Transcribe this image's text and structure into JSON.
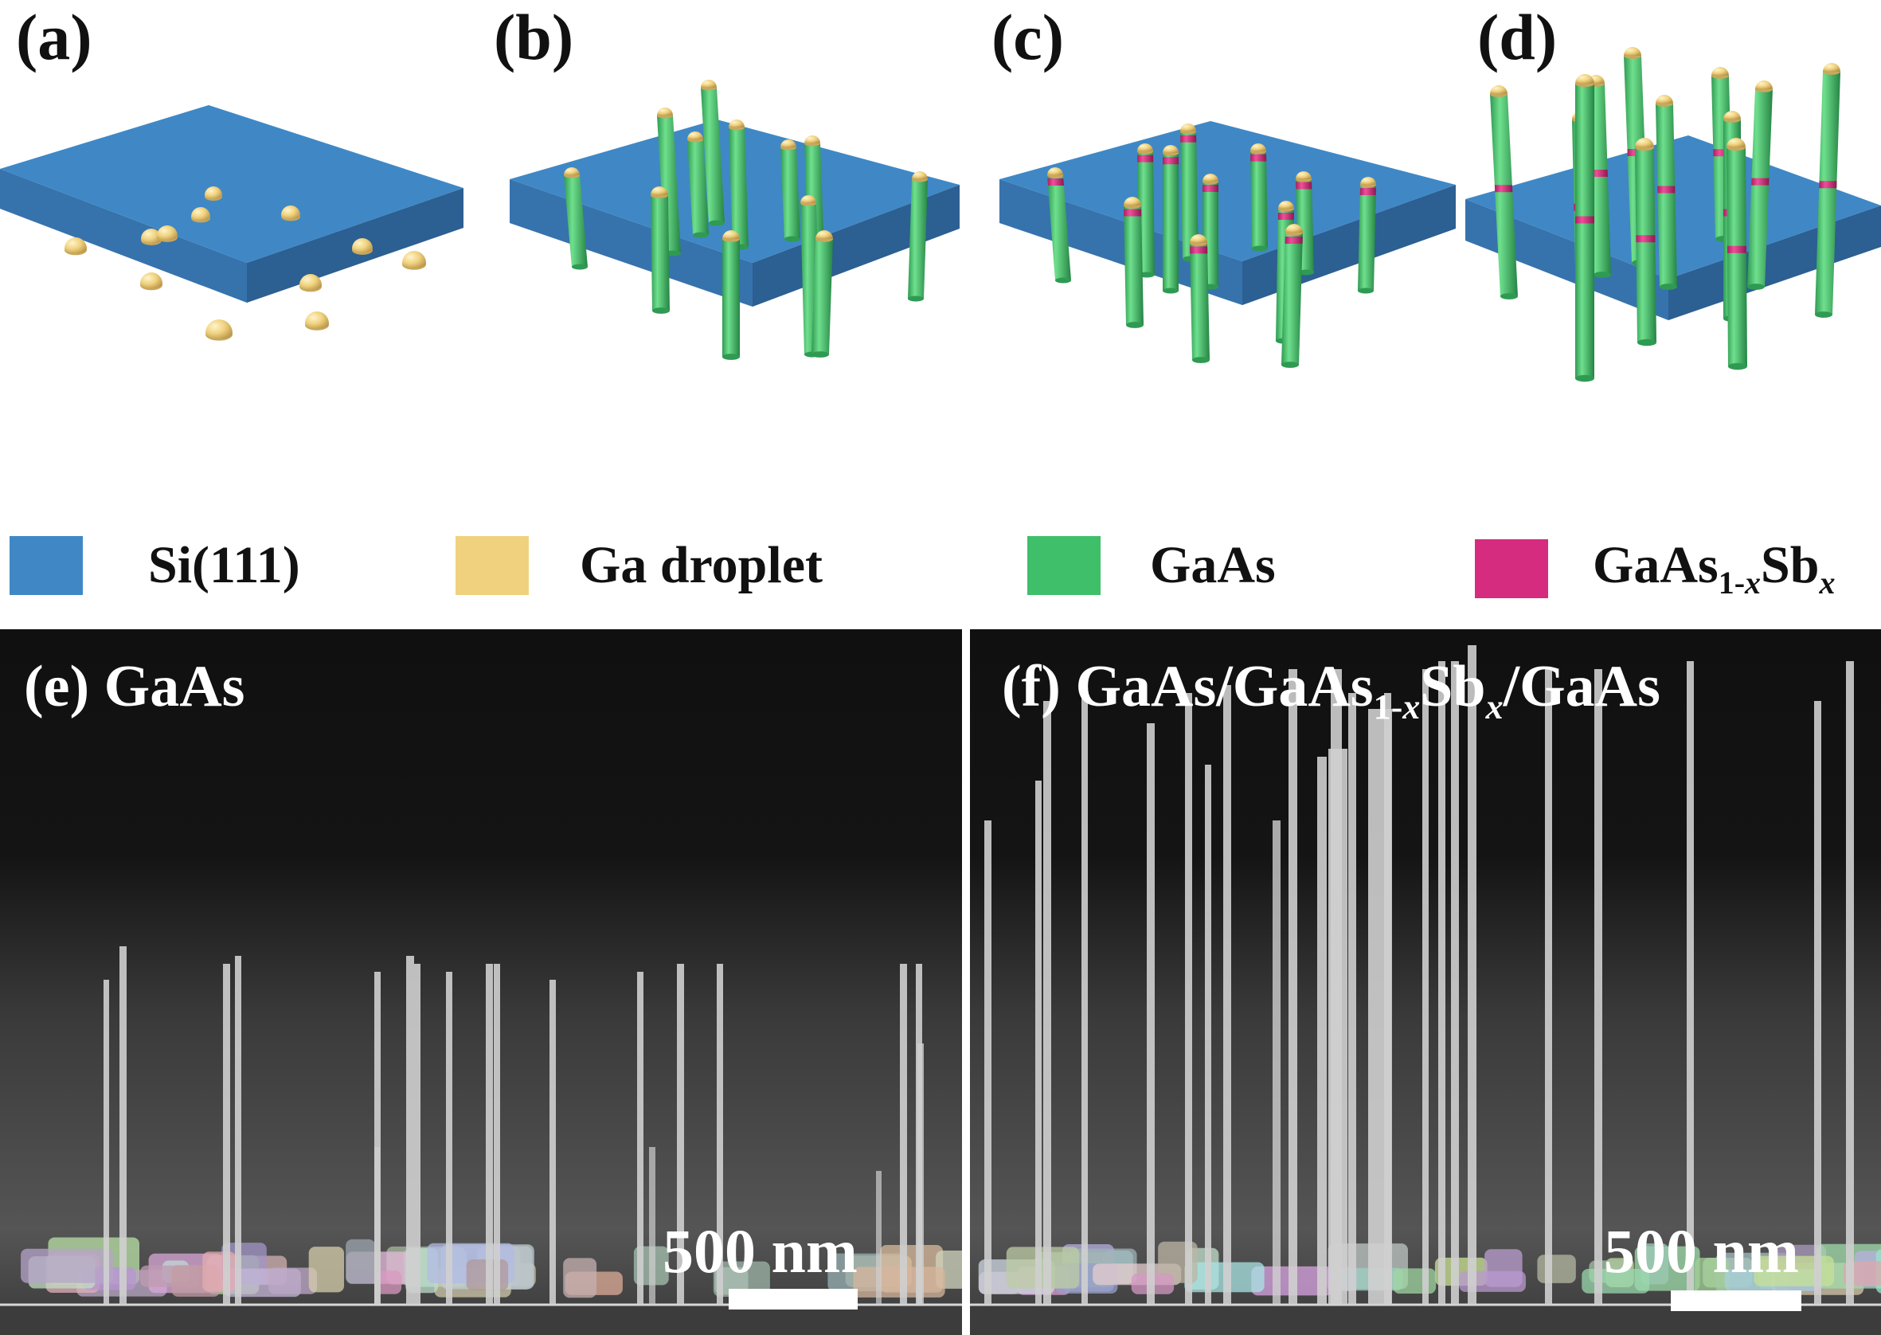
{
  "panels": {
    "a": "(a)",
    "b": "(b)",
    "c": "(c)",
    "d": "(d)"
  },
  "legend": [
    {
      "label": "Si(111)",
      "color": "#3f88c5"
    },
    {
      "label": "Ga droplet",
      "color": "#f0d27e"
    },
    {
      "label": "GaAs",
      "color": "#3fbf6a"
    },
    {
      "label_main": "GaAs",
      "label_sub1": "1-",
      "label_sub1_italic": "x",
      "label_mid": "Sb",
      "label_sub2": "x",
      "color": "#d62c7f"
    }
  ],
  "sem_e": {
    "label": "(e)",
    "title": "GaAs",
    "scale": "500 nm"
  },
  "sem_f": {
    "label": "(f)",
    "title_a": "GaAs/GaAs",
    "title_sub1": "1-",
    "title_sub1_italic": "x",
    "title_b": "Sb",
    "title_sub2": "x",
    "title_c": "/GaAs",
    "scale": "500 nm"
  },
  "colors": {
    "substrate_top": "#3f88c5",
    "substrate_side_left": "#3673ad",
    "substrate_side_right": "#2c5f92",
    "droplet": "#f0d27e",
    "gaas": "#3fbf6a",
    "insert": "#d62c7f"
  }
}
